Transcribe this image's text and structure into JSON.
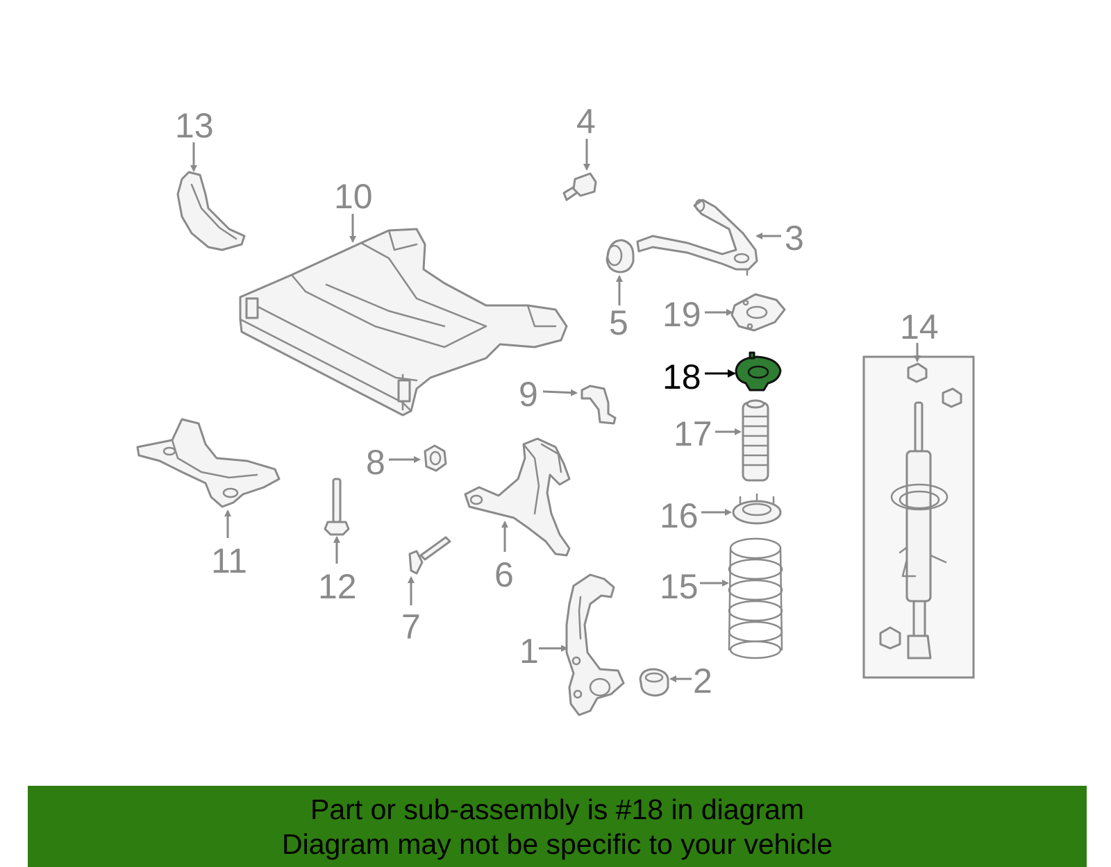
{
  "diagram": {
    "highlighted_part": "18",
    "highlight_color": "#2e7d32",
    "callouts": [
      "1",
      "2",
      "3",
      "4",
      "5",
      "6",
      "7",
      "8",
      "9",
      "10",
      "11",
      "12",
      "13",
      "14",
      "15",
      "16",
      "17",
      "18",
      "19"
    ]
  },
  "banner": {
    "background": "#2e7d10",
    "line1": "Part or sub-assembly is #18 in diagram",
    "line2": "Diagram may not be specific to your vehicle"
  }
}
